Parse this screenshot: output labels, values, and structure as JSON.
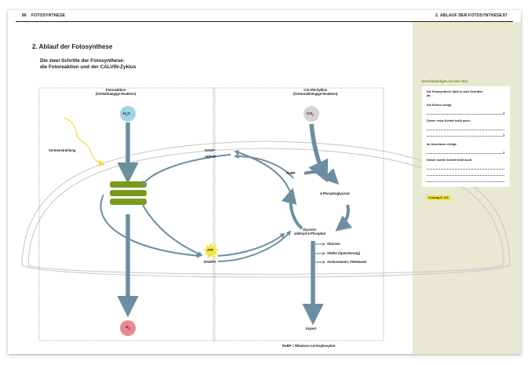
{
  "header": {
    "left_page_number": "86",
    "left_title": "FOTOSYNTHESE",
    "right_title": "2. ABLAUF DER FOTOSYNTHESE",
    "right_page_number": "87"
  },
  "section": {
    "title": "2. Ablauf der Fotosynthese",
    "subtitle_line1": "Die zwei Schritte der Fotosynthese:",
    "subtitle_line2": "die Fotoreaktion und der CALVIN-Zyklus"
  },
  "diagram": {
    "left_panel": {
      "title": "Fotoreaktion",
      "subtitle": "(lichtabhängige Reaktion)"
    },
    "right_panel": {
      "title": "CALVIN-Zyklus",
      "subtitle": "(lichtunabhängige Reaktion)"
    },
    "h2o": {
      "main": "H",
      "sub": "2",
      "tail": "O"
    },
    "o2": {
      "main": "O",
      "sub": "2"
    },
    "co2": {
      "main": "CO",
      "sub": "2"
    },
    "sunlight": "Sonnenstrahlung",
    "nadp": "NADP⁺",
    "adp_p": "ADP+P",
    "atp": "ATP",
    "nadph": "NADPH",
    "rubp": "RuBP",
    "phosphoglycerat": "3-Phosphoglycerat",
    "glycerin_line1": "Glycerin-",
    "glycerin_line2": "aldehyd-3-Phosphat",
    "outputs": [
      "Glucose",
      "Stärke (Speicherung)",
      "Aminosäuren, Fettsäuren"
    ],
    "export": "Export",
    "footnote": "RuBP = Ribulose-1,5-bisphosphat",
    "colors": {
      "arrow": "#6d8ea0",
      "thylakoid": "#7a9a1e",
      "water": "#9fd3e3",
      "oxygen": "#e88a8a",
      "co2": "#d4d4d4",
      "atp": "#f4e64a",
      "sunlight": "#f1d93b"
    }
  },
  "worksheet": {
    "heading": "Vervollständigen Sie den Text.",
    "q1_line1": "Die Fotosynthese läuft in zwei Schritten",
    "q1_line2": "ab:",
    "q2": "Als Erstes erfolgt",
    "q3": "Dieser erste Schritt heißt auch:",
    "q4": "Im Anschluss erfolgt:",
    "q5": "Dieser zweite Schritt heißt auch:",
    "solution": "*Lösung S. 110"
  }
}
